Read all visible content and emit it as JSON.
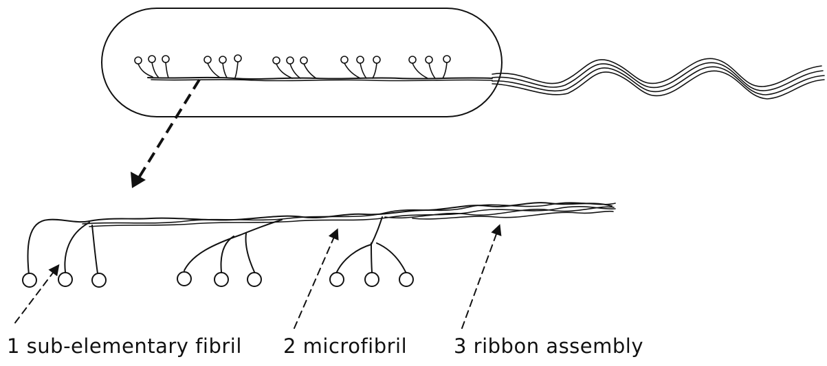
{
  "labels": {
    "sub_elementary_fibril": "1 sub-elementary fibril",
    "microfibril": "2 microfibril",
    "ribbon_assembly": "3 ribbon assembly"
  },
  "colors": {
    "ink": "#111111",
    "background": "#ffffff"
  }
}
